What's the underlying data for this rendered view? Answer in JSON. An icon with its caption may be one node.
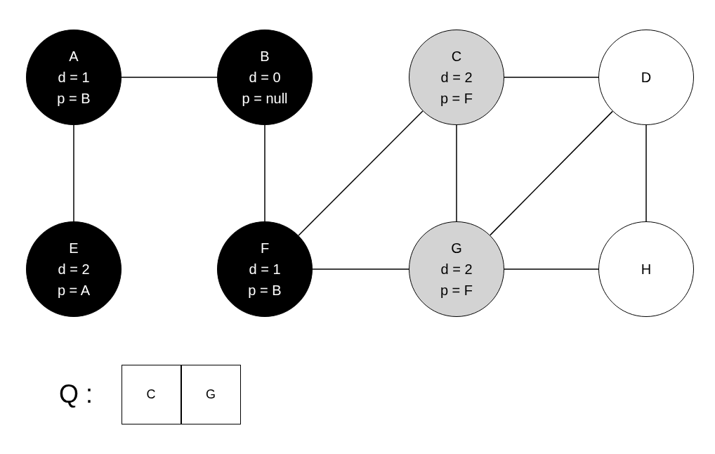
{
  "diagram": {
    "nodes": [
      {
        "text": [
          "A",
          "d = 1",
          "p = B"
        ]
      },
      {
        "text": [
          "B",
          "d = 0",
          "p = null"
        ]
      },
      {
        "text": [
          "C",
          "d = 2",
          "p = F"
        ]
      },
      {
        "text": [
          "D"
        ]
      },
      {
        "text": [
          "E",
          "d = 2",
          "p = A"
        ]
      },
      {
        "text": [
          "F",
          "d = 1",
          "p = B"
        ]
      },
      {
        "text": [
          "G",
          "d = 2",
          "p = F"
        ]
      },
      {
        "text": [
          "H"
        ]
      },
      {
        "text": [
          "C"
        ]
      },
      {
        "text": [
          "G"
        ]
      }
    ],
    "edges": [
      {
        "from": 0,
        "to": 1,
        "arrow": "none"
      },
      {
        "from": 0,
        "to": 4,
        "arrow": "none"
      },
      {
        "from": 1,
        "to": 5,
        "arrow": "none"
      },
      {
        "from": 2,
        "to": 3,
        "arrow": "none"
      },
      {
        "from": 2,
        "to": 5,
        "arrow": "none"
      },
      {
        "from": 2,
        "to": 6,
        "arrow": "none"
      },
      {
        "from": 3,
        "to": 6,
        "arrow": "none"
      },
      {
        "from": 3,
        "to": 7,
        "arrow": "none"
      },
      {
        "from": 5,
        "to": 6,
        "arrow": "none"
      },
      {
        "from": 6,
        "to": 7,
        "arrow": "none"
      }
    ],
    "labels": [
      "Q :"
    ]
  }
}
